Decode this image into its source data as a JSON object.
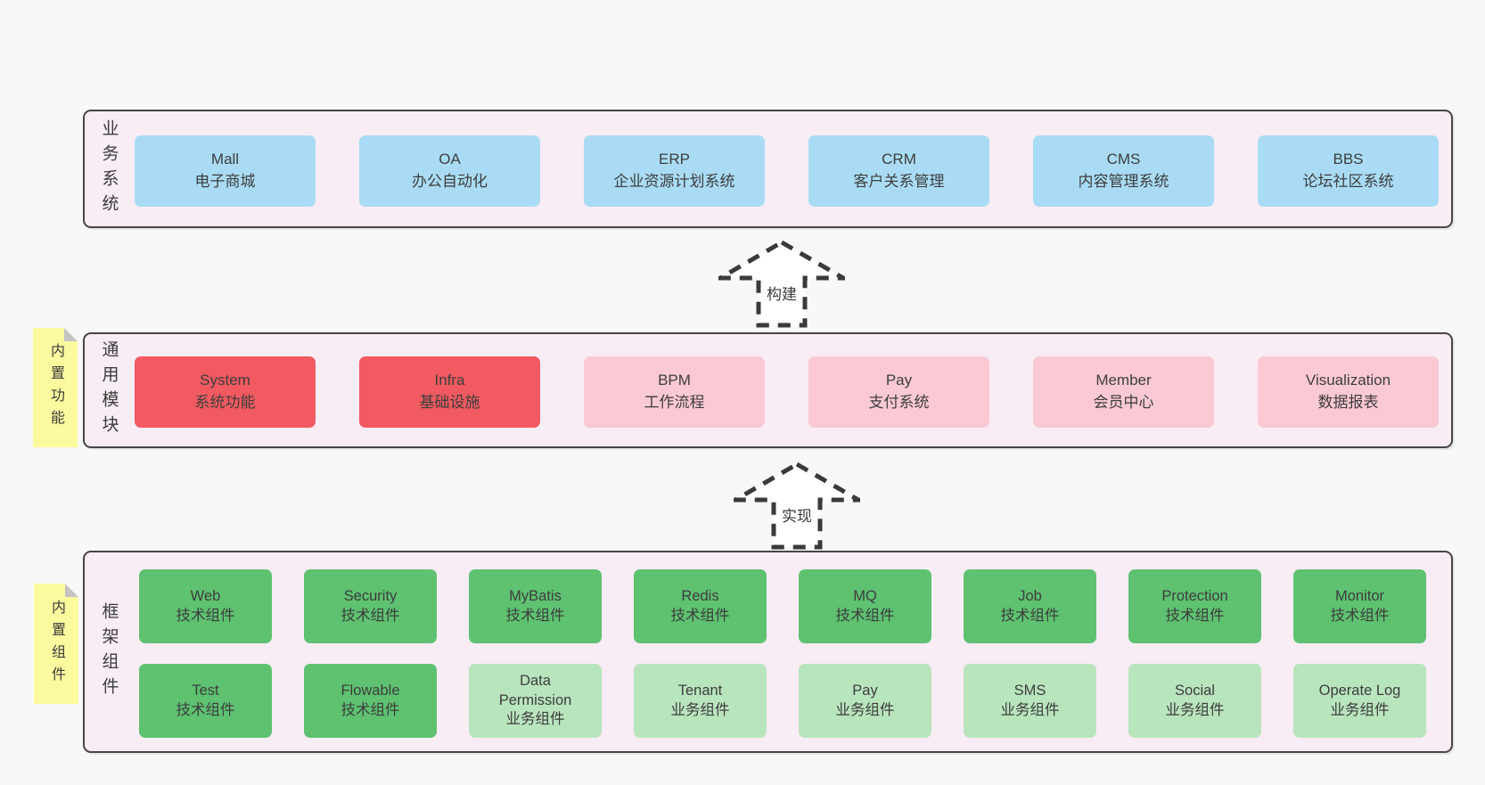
{
  "diagram": {
    "bands": [
      {
        "id": "business",
        "label": "业务系统",
        "note": null,
        "rows": [
          [
            {
              "title": "Mall",
              "subtitle": "电子商城",
              "type": "blue"
            },
            {
              "title": "OA",
              "subtitle": "办公自动化",
              "type": "blue"
            },
            {
              "title": "ERP",
              "subtitle": "企业资源计划系统",
              "type": "blue"
            },
            {
              "title": "CRM",
              "subtitle": "客户关系管理",
              "type": "blue"
            },
            {
              "title": "CMS",
              "subtitle": "内容管理系统",
              "type": "blue"
            },
            {
              "title": "BBS",
              "subtitle": "论坛社区系统",
              "type": "blue"
            }
          ]
        ]
      },
      {
        "id": "modules",
        "label": "通用模块",
        "note": "内置功能",
        "rows": [
          [
            {
              "title": "System",
              "subtitle": "系统功能",
              "type": "red"
            },
            {
              "title": "Infra",
              "subtitle": "基础设施",
              "type": "red"
            },
            {
              "title": "BPM",
              "subtitle": "工作流程",
              "type": "pink"
            },
            {
              "title": "Pay",
              "subtitle": "支付系统",
              "type": "pink"
            },
            {
              "title": "Member",
              "subtitle": "会员中心",
              "type": "pink"
            },
            {
              "title": "Visualization",
              "subtitle": "数据报表",
              "type": "pink"
            }
          ]
        ]
      },
      {
        "id": "framework",
        "label": "框架组件",
        "note": "内置组件",
        "rows": [
          [
            {
              "title": "Web",
              "subtitle": "技术组件",
              "type": "green_dark"
            },
            {
              "title": "Security",
              "subtitle": "技术组件",
              "type": "green_dark"
            },
            {
              "title": "MyBatis",
              "subtitle": "技术组件",
              "type": "green_dark"
            },
            {
              "title": "Redis",
              "subtitle": "技术组件",
              "type": "green_dark"
            },
            {
              "title": "MQ",
              "subtitle": "技术组件",
              "type": "green_dark"
            },
            {
              "title": "Job",
              "subtitle": "技术组件",
              "type": "green_dark"
            },
            {
              "title": "Protection",
              "subtitle": "技术组件",
              "type": "green_dark"
            },
            {
              "title": "Monitor",
              "subtitle": "技术组件",
              "type": "green_dark"
            }
          ],
          [
            {
              "title": "Test",
              "subtitle": "技术组件",
              "type": "green_dark"
            },
            {
              "title": "Flowable",
              "subtitle": "技术组件",
              "type": "green_dark"
            },
            {
              "title": "Data Permission",
              "subtitle": "业务组件",
              "type": "green_light"
            },
            {
              "title": "Tenant",
              "subtitle": "业务组件",
              "type": "green_light"
            },
            {
              "title": "Pay",
              "subtitle": "业务组件",
              "type": "green_light"
            },
            {
              "title": "SMS",
              "subtitle": "业务组件",
              "type": "green_light"
            },
            {
              "title": "Social",
              "subtitle": "业务组件",
              "type": "green_light"
            },
            {
              "title": "Operate Log",
              "subtitle": "业务组件",
              "type": "green_light"
            }
          ]
        ]
      }
    ],
    "arrows": [
      {
        "label": "构建"
      },
      {
        "label": "实现"
      }
    ],
    "colors": {
      "blue": "#a9dcf4",
      "red": "#f15a60",
      "pink": "#fbc9d3",
      "green_dark": "#5ec271",
      "green_light": "#b9e5bd",
      "band_background": "#f8ecf5",
      "note_yellow": "#fbfa9f",
      "outline": "#454545"
    }
  }
}
